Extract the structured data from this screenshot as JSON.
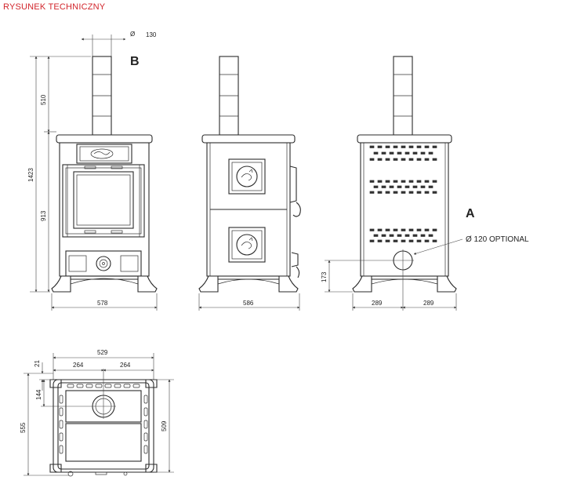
{
  "title": "RYSUNEK TECHNICZNY",
  "front": {
    "flue_diameter_symbol": "Ø",
    "flue_diameter": "130",
    "outlet_label": "B",
    "height_total": "1423",
    "height_chimney": "510",
    "height_outlet": "913",
    "width": "578"
  },
  "side": {
    "depth": "586"
  },
  "back": {
    "outlet_label": "A",
    "optional_outlet": "Ø 120 OPTIONAL",
    "outlet_height": "173",
    "half_left": "289",
    "half_right": "289"
  },
  "top": {
    "overall_width": "529",
    "half_left": "264",
    "half_right": "264",
    "offset_back": "21",
    "outlet_distance": "144",
    "depth_total": "555",
    "depth_body": "509"
  }
}
